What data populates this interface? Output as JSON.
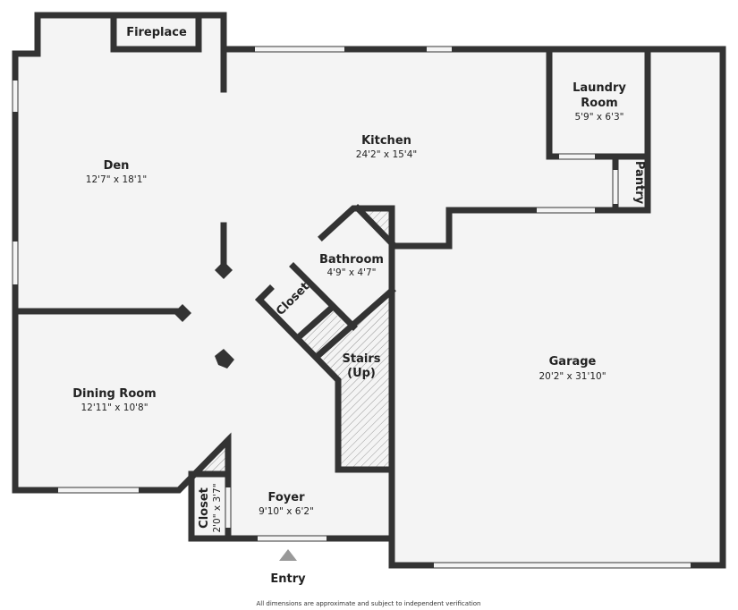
{
  "rooms": {
    "fireplace": {
      "name": "Fireplace"
    },
    "den": {
      "name": "Den",
      "dim": "12'7\" x 18'1\""
    },
    "kitchen": {
      "name": "Kitchen",
      "dim": "24'2\" x 15'4\""
    },
    "laundry": {
      "name1": "Laundry",
      "name2": "Room",
      "dim": "5'9\" x 6'3\""
    },
    "pantry": {
      "name": "Pantry"
    },
    "bathroom": {
      "name": "Bathroom",
      "dim": "4'9\" x 4'7\""
    },
    "closet_upper": {
      "name": "Closet"
    },
    "stairs": {
      "name1": "Stairs",
      "name2": "(Up)"
    },
    "garage": {
      "name": "Garage",
      "dim": "20'2\" x 31'10\""
    },
    "dining": {
      "name": "Dining Room",
      "dim": "12'11\" x 10'8\""
    },
    "closet_foyer": {
      "name": "Closet",
      "dim": "2'0\" x 3'7\""
    },
    "foyer": {
      "name": "Foyer",
      "dim": "9'10\" x 6'2\""
    }
  },
  "entry": {
    "label": "Entry"
  },
  "disclaimer": "All dimensions are approximate and subject to independent verification"
}
